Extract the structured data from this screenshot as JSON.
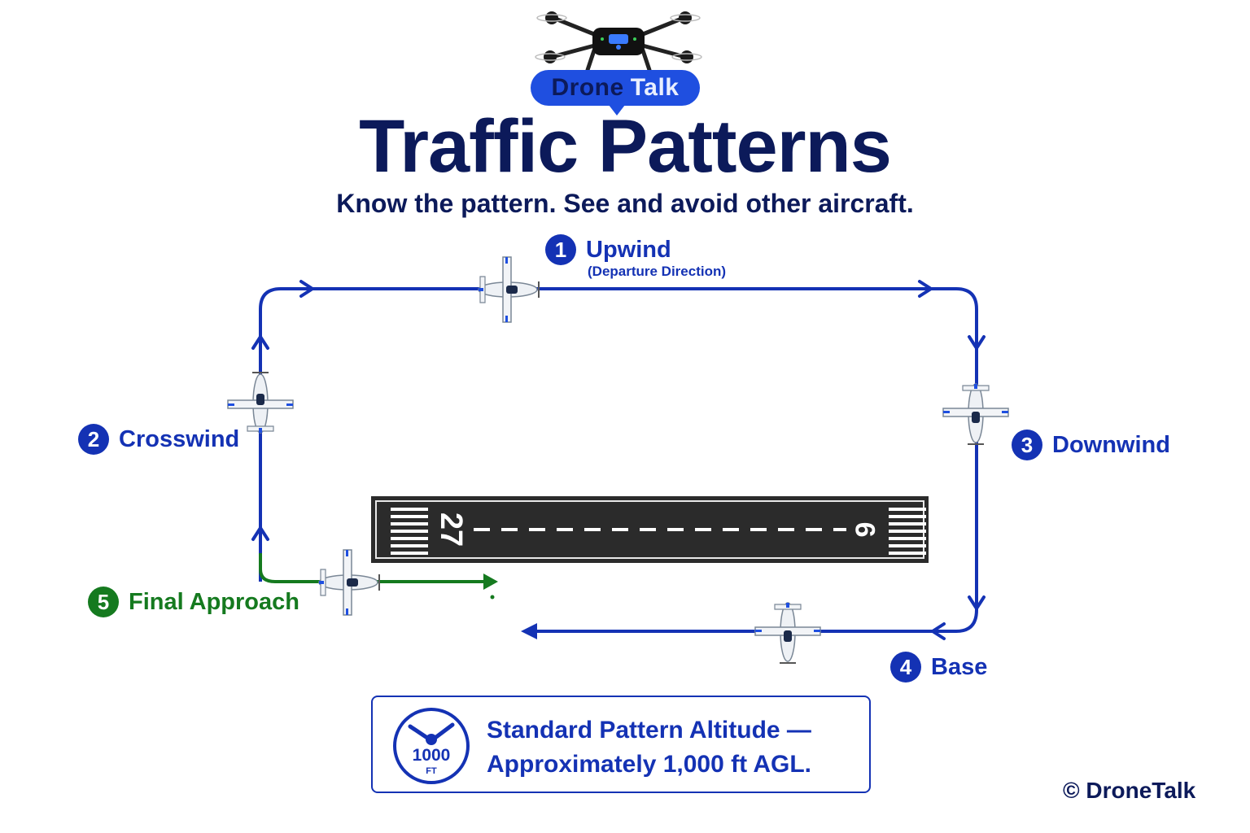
{
  "brand": {
    "part1": "Drone",
    "part2": "Talk"
  },
  "title": "Traffic Patterns",
  "subtitle": "Know the pattern. See and avoid other aircraft.",
  "legs": {
    "upwind": {
      "num": "1",
      "label": "Upwind",
      "sub": "(Departure Direction)"
    },
    "crosswind": {
      "num": "2",
      "label": "Crosswind"
    },
    "downwind": {
      "num": "3",
      "label": "Downwind"
    },
    "base": {
      "num": "4",
      "label": "Base"
    },
    "final": {
      "num": "5",
      "label": "Final Approach"
    }
  },
  "runway": {
    "left_number": "27",
    "right_number": "9"
  },
  "altitude": {
    "icon_value": "1000",
    "icon_unit": "FT",
    "line1": "Standard Pattern Altitude —",
    "line2": "Approximately 1,000 ft AGL."
  },
  "copyright": "© DroneTalk",
  "colors": {
    "navy": "#0c1a5a",
    "pattern_blue": "#1432b4",
    "final_green": "#157a1f",
    "brand_blue": "#1f4fe0",
    "runway": "#2b2b2b"
  },
  "icons": [
    "quadcopter-drone-icon",
    "airplane-icon",
    "altimeter-gauge-icon"
  ]
}
